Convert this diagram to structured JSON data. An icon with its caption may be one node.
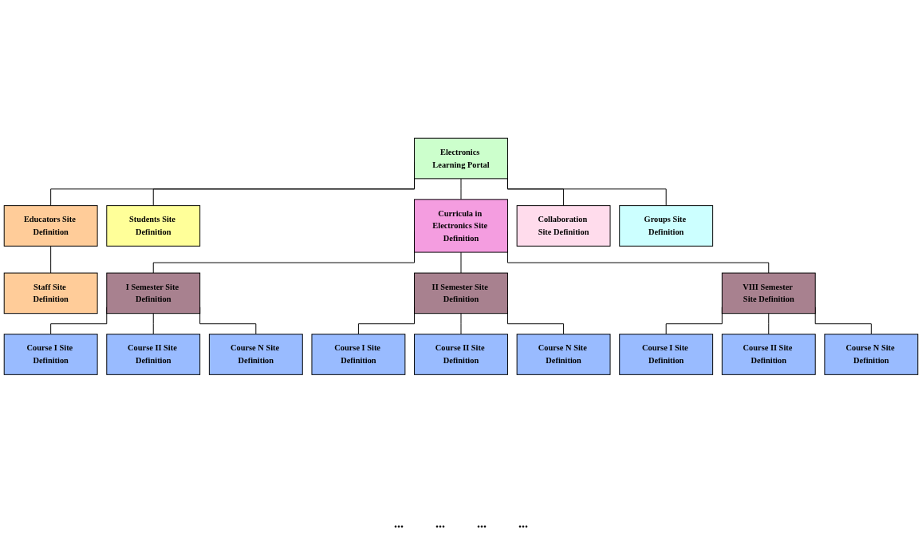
{
  "diagram": {
    "nodes": [
      {
        "text": [
          "Electronics Learning Portal"
        ]
      },
      {
        "text": [
          "Curricula in Electronics Site Definition"
        ]
      },
      {
        "text": [
          "Students Site Definition"
        ]
      },
      {
        "text": [
          "Educators Site Definition"
        ]
      },
      {
        "text": [
          "Staff Site Definition"
        ]
      },
      {
        "text": [
          "Collaboration Site Definition"
        ]
      },
      {
        "text": [
          "Groups Site Definition"
        ]
      },
      {
        "text": [
          "I Semester Site Definition"
        ]
      },
      {
        "text": [
          "II Semester Site Definition"
        ]
      },
      {
        "text": [
          "VIII Semester Site Definition"
        ]
      },
      {
        "text": [
          "Course I Site Definition"
        ]
      },
      {
        "text": [
          "Course II Site Definition"
        ]
      },
      {
        "text": [
          "Course N Site Definition"
        ]
      },
      {
        "text": [
          "Course I Site Definition"
        ]
      },
      {
        "text": [
          "Course II Site Definition"
        ]
      },
      {
        "text": [
          "Course N Site Definition"
        ]
      },
      {
        "text": [
          "Course I Site Definition"
        ]
      },
      {
        "text": [
          "Course II Site Definition"
        ]
      },
      {
        "text": [
          "Course N Site Definition"
        ]
      }
    ],
    "edges": [
      {
        "from": 0,
        "to": 1,
        "arrow": "none"
      },
      {
        "from": 0,
        "to": 2,
        "arrow": "none"
      },
      {
        "from": 0,
        "to": 3,
        "arrow": "none"
      },
      {
        "from": 3,
        "to": 4,
        "arrow": "none"
      },
      {
        "from": 0,
        "to": 5,
        "arrow": "none"
      },
      {
        "from": 0,
        "to": 6,
        "arrow": "none"
      },
      {
        "from": 1,
        "to": 7,
        "arrow": "none"
      },
      {
        "from": 1,
        "to": 8,
        "arrow": "none"
      },
      {
        "from": 1,
        "to": 9,
        "arrow": "none"
      },
      {
        "from": 7,
        "to": 10,
        "arrow": "none"
      },
      {
        "from": 7,
        "to": 11,
        "arrow": "none"
      },
      {
        "from": 7,
        "to": 12,
        "arrow": "none"
      },
      {
        "from": 8,
        "to": 13,
        "arrow": "none"
      },
      {
        "from": 8,
        "to": 14,
        "arrow": "none"
      },
      {
        "from": 8,
        "to": 15,
        "arrow": "none"
      },
      {
        "from": 9,
        "to": 16,
        "arrow": "none"
      },
      {
        "from": 9,
        "to": 17,
        "arrow": "none"
      },
      {
        "from": 9,
        "to": 18,
        "arrow": "none"
      }
    ],
    "labels": [
      "...",
      "...",
      "...",
      "..."
    ]
  }
}
